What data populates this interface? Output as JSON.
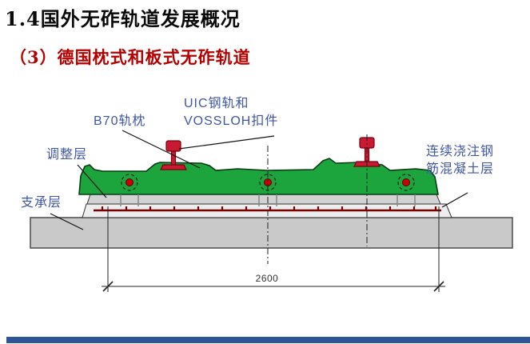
{
  "slide": {
    "title": "1.4国外无砟轨道发展概况",
    "subtitle": "（3）德国枕式和板式无砟轨道"
  },
  "labels": {
    "b70": "B70轨枕",
    "uic1": "UIC钢轨和",
    "uic2": "VOSSLOH扣件",
    "adjust": "调整层",
    "support": "支承层",
    "concrete1": "连续浇注钢",
    "concrete2": "筋混凝土层",
    "dimension": "2600"
  },
  "colors": {
    "subtitle_red": "#b50000",
    "label_blue": "#3f56a7",
    "sleeper_green": "#1da53d",
    "sleeper_outline": "#0a3b14",
    "rail_red": "#c81a31",
    "rail_outline": "#7a0012",
    "rebar_red": "#7a0000",
    "dowel_red": "#cc0000",
    "adjustment_gray": "#d2d2d2",
    "concrete_light": "#ededed",
    "support_gray": "#c9c9c9",
    "line_dark": "#222222",
    "footer_blue": "#2e5597"
  }
}
